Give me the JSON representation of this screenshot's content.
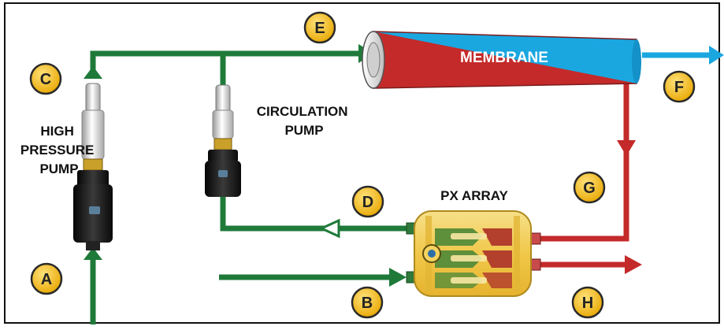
{
  "labels": {
    "high_pressure_pump": [
      "HIGH",
      "PRESSURE",
      "PUMP"
    ],
    "circulation_pump": [
      "CIRCULATION",
      "PUMP"
    ],
    "membrane": "MEMBRANE",
    "px_array": "PX ARRAY"
  },
  "markers": {
    "a": "A",
    "b": "B",
    "c": "C",
    "d": "D",
    "e": "E",
    "f": "F",
    "g": "G",
    "h": "H"
  },
  "colors": {
    "green_stream": "#1f7a3a",
    "blue_stream": "#1aa7e0",
    "red_stream": "#c42a2a",
    "marker_fill": "#f4b400",
    "pump_body": "#1c1c1c",
    "px_housing": "#f2cf5a"
  },
  "icons": {
    "high_pressure_pump": "pump-icon",
    "circulation_pump": "pump-icon",
    "membrane": "membrane-vessel-icon",
    "px_array": "pressure-exchanger-icon"
  }
}
